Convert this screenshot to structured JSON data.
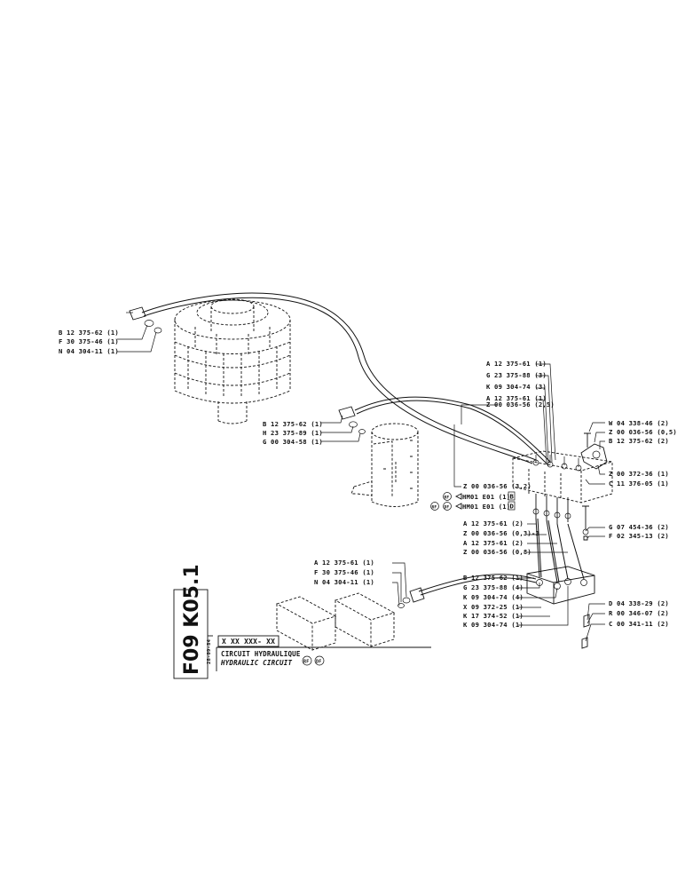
{
  "callouts_motor": [
    "B 12 375-62 (1)",
    "F 30 375-46 (1)",
    "N 04 304-11 (1)"
  ],
  "callouts_valve": [
    "B 12 375-62 (1)",
    "H 23 375-89 (1)",
    "G 00 304-58 (1)"
  ],
  "callouts_block_top": [
    "A 12 375-61 (1)",
    "G 23 375-88 (3)",
    "K 09 304-74 (3)",
    "A 12 375-61 (1)",
    "Z 00 036-56 (2,5)"
  ],
  "callouts_right_top": [
    "W 04 338-46 (2)",
    "Z 00 036-56 (0,5)",
    "B 12 375-62 (2)"
  ],
  "callouts_right_mid": [
    "Z 00 372-36 (1)",
    "C 11 376-05 (1)"
  ],
  "callouts_hose_mid": [
    "Z 00 036-56 (3,2)",
    "HM01  E01 (1)",
    "HM01  E01 (1)"
  ],
  "hose_letters": [
    "B",
    "D"
  ],
  "badges": [
    "RF",
    "DF"
  ],
  "callouts_mid_left": [
    "A 12 375-61 (2)",
    "Z 00 036-56 (0,3)-3",
    "A 12 375-61 (2)",
    "Z 00 036-56 (0,8)"
  ],
  "callouts_right_low": [
    "G 07 454-36 (2)",
    "F 02 345-13 (2)"
  ],
  "callouts_low_left": [
    "A 12 375-61 (1)",
    "F 30 375-46 (1)",
    "N 04 304-11 (1)"
  ],
  "callouts_low_center": [
    "B 12 375-62 (1)",
    "G 23 375-88 (4)",
    "K 09 304-74 (4)",
    "X 09 372-25 (1)",
    "K 17 374-52 (1)",
    "K 09 304-74 (1)"
  ],
  "callouts_low_right": [
    "D 04 338-29 (2)",
    "R 00 346-07 (2)",
    "C 00 341-11 (2)"
  ],
  "title_block": {
    "code": "F09 K05.1",
    "ref": "X XX XXX- XX",
    "date": "28-09-84",
    "title_fr": "CIRCUIT HYDRAULIQUE",
    "title_en": "HYDRAULIC CIRCUIT",
    "badges": [
      "RF",
      "DF"
    ]
  },
  "colors": {
    "ink": "#111111",
    "paper": "#ffffff"
  }
}
